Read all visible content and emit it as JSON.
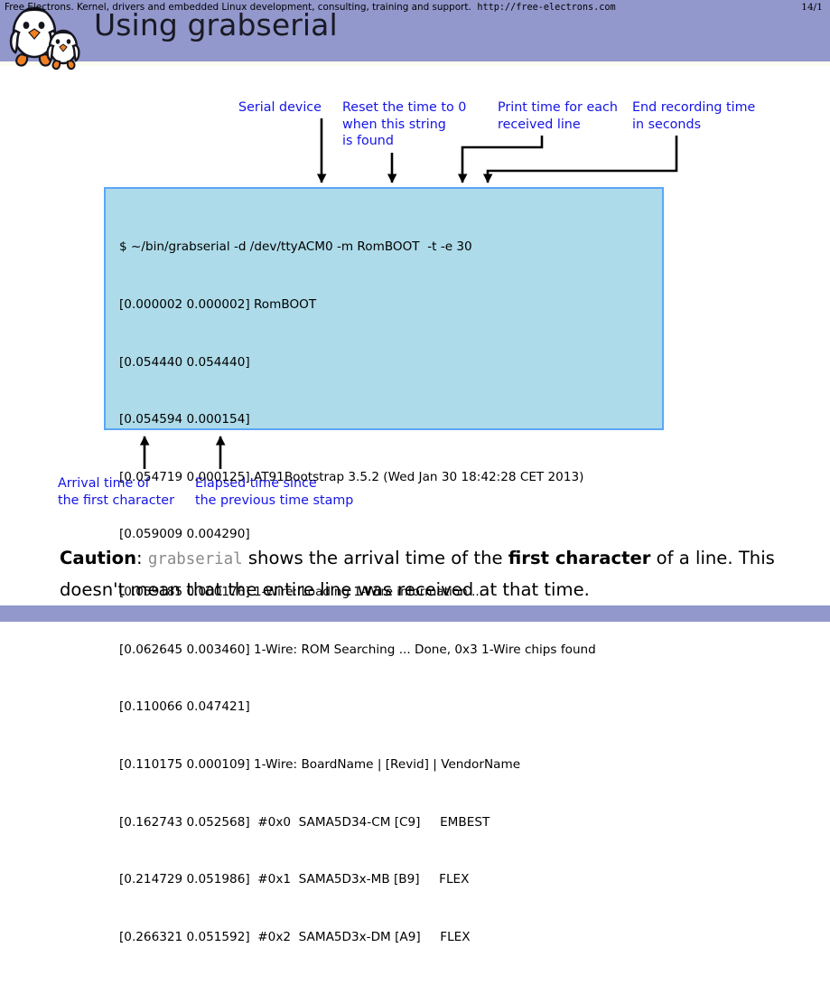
{
  "header": {
    "title": "Using grabserial",
    "bg_color": "#9297cc",
    "logo_name": "free-electrons-penguins-logo"
  },
  "annotations": {
    "top": [
      {
        "id": "serial-device",
        "text": "Serial device"
      },
      {
        "id": "reset-time",
        "text": "Reset the time to 0\nwhen this string\nis found"
      },
      {
        "id": "print-time",
        "text": "Print time for each\nreceived line"
      },
      {
        "id": "end-recording",
        "text": "End recording time\nin seconds"
      }
    ],
    "bottom": [
      {
        "id": "arrival-time",
        "text": "Arrival time of\nthe first character"
      },
      {
        "id": "elapsed-time",
        "text": "Elapsed time since\nthe previous time stamp"
      }
    ],
    "color": "#1414e6"
  },
  "terminal": {
    "bg_color": "#addbe9",
    "border_color": "#5aa7f7",
    "lines": [
      "$ ~/bin/grabserial -d /dev/ttyACM0 -m RomBOOT  -t -e 30",
      "[0.000002 0.000002] RomBOOT",
      "[0.054440 0.054440]",
      "[0.054594 0.000154]",
      "[0.054719 0.000125] AT91Bootstrap 3.5.2 (Wed Jan 30 18:42:28 CET 2013)",
      "[0.059009 0.004290]",
      "[0.059185 0.000176] 1-Wire: Loading 1-Wire information ...",
      "[0.062645 0.003460] 1-Wire: ROM Searching ... Done, 0x3 1-Wire chips found",
      "[0.110066 0.047421]",
      "[0.110175 0.000109] 1-Wire: BoardName | [Revid] | VendorName",
      "[0.162743 0.052568]  #0x0  SAMA5D34-CM [C9]     EMBEST",
      "[0.214729 0.051986]  #0x1  SAMA5D3x-MB [B9]     FLEX",
      "[0.266321 0.051592]  #0x2  SAMA5D3x-DM [A9]     FLEX"
    ]
  },
  "caution": {
    "label": "Caution",
    "colon": ": ",
    "code_word": "grabserial",
    "text_part1": " shows the arrival time of the ",
    "bold_phrase": "first character",
    "text_part2": " of a line. This doesn't mean that the entire line was received at that time."
  },
  "footer": {
    "text": "Free Electrons. Kernel, drivers and embedded Linux development, consulting, training and support.  ",
    "url": "http://free-electrons.com",
    "page": "14/1",
    "bg_color": "#9297cc"
  }
}
